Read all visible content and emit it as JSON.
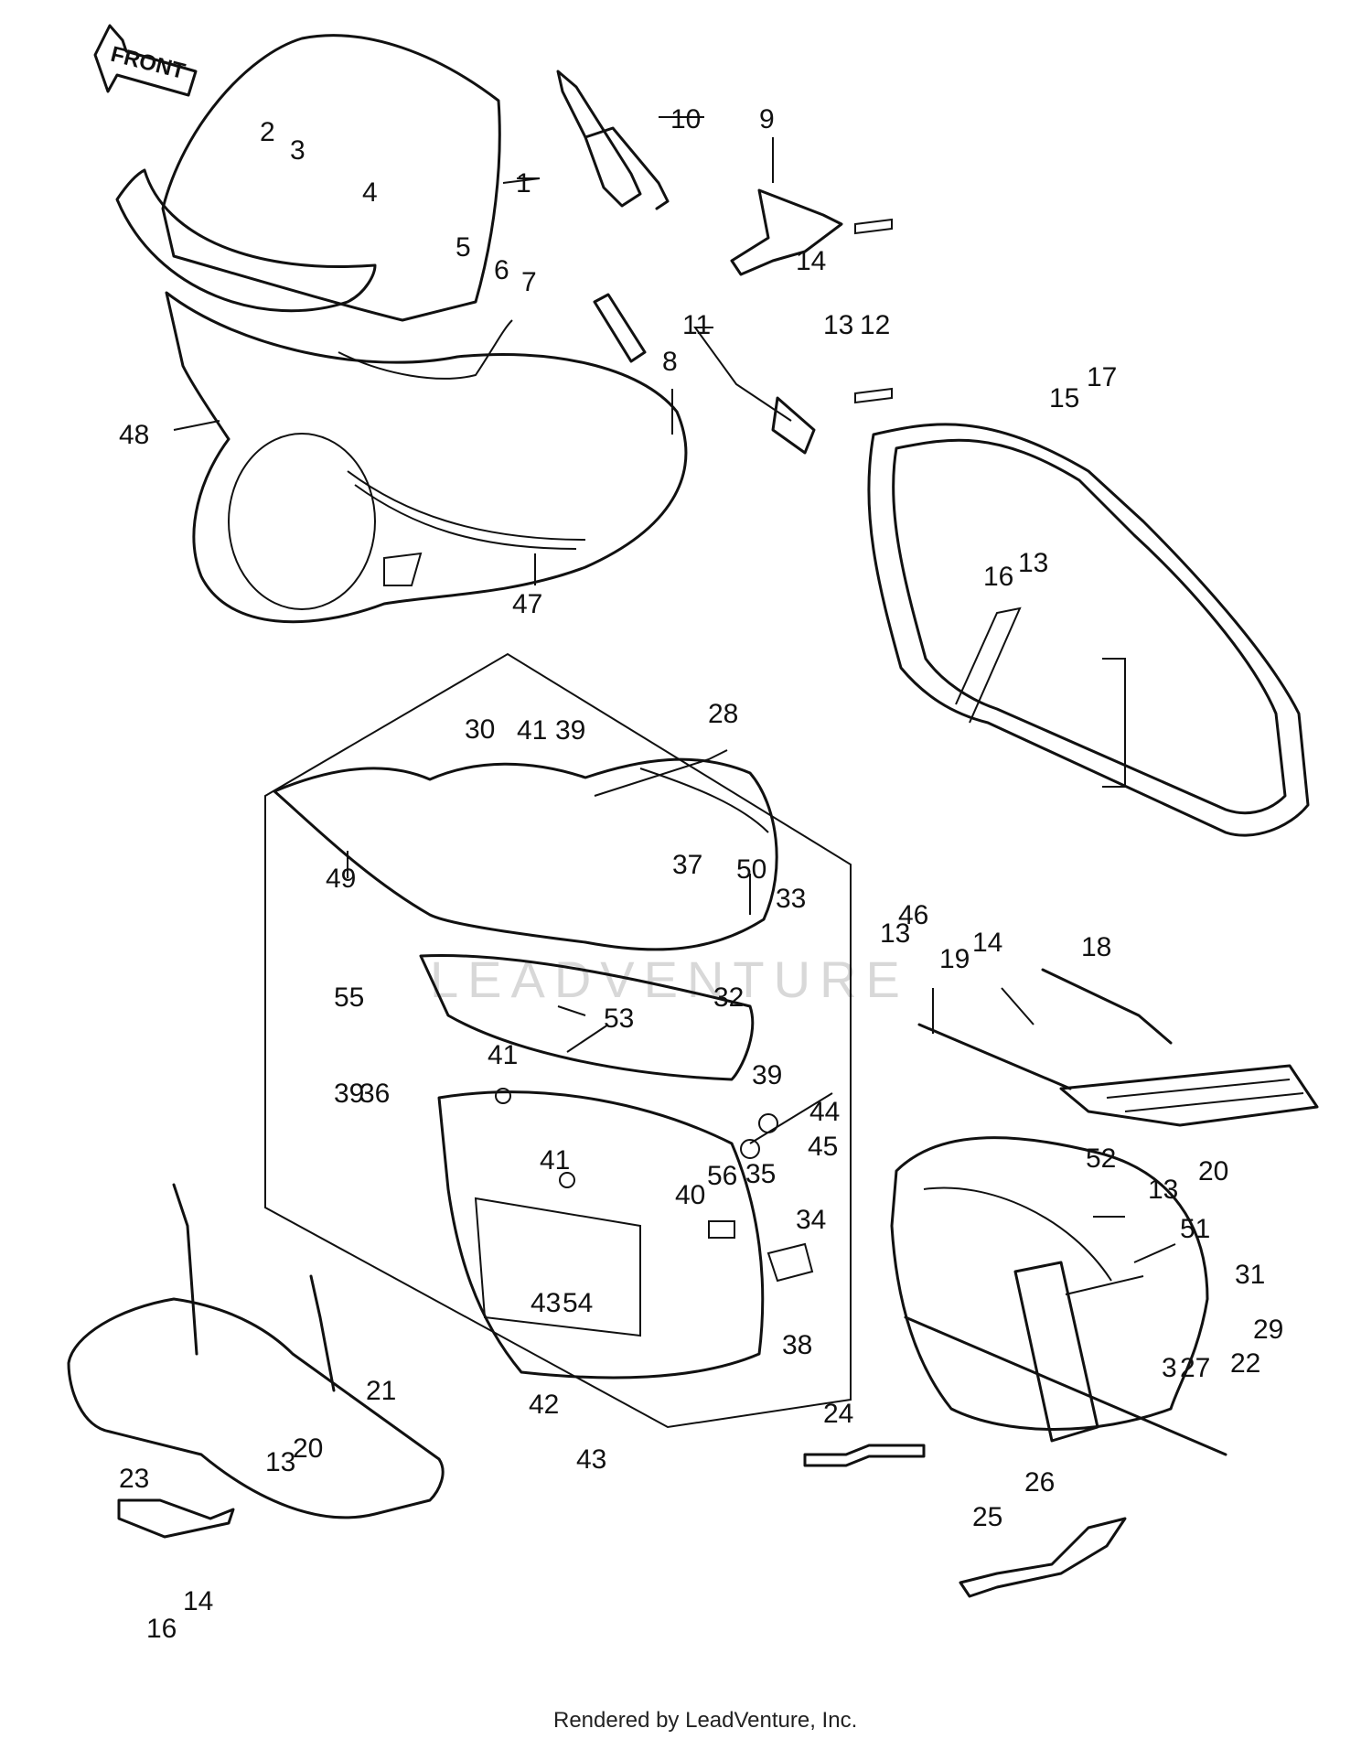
{
  "front_arrow": "FRONT",
  "watermark": "LEADVENTURE",
  "footer": "Rendered by LeadVenture, Inc.",
  "callouts": [
    "1",
    "2",
    "3",
    "4",
    "5",
    "6",
    "7",
    "8",
    "9",
    "10",
    "11",
    "12",
    "13",
    "14",
    "15",
    "16",
    "17",
    "18",
    "19",
    "20",
    "21",
    "22",
    "23",
    "24",
    "25",
    "26",
    "27",
    "28",
    "29",
    "30",
    "31",
    "32",
    "33",
    "34",
    "35",
    "36",
    "37",
    "38",
    "39",
    "40",
    "41",
    "42",
    "43",
    "44",
    "45",
    "46",
    "47",
    "48",
    "49",
    "50",
    "51",
    "52",
    "53",
    "54",
    "55",
    "56"
  ],
  "colors": {
    "line": "#111111",
    "background": "#ffffff",
    "watermark": "#d8d8d8"
  }
}
